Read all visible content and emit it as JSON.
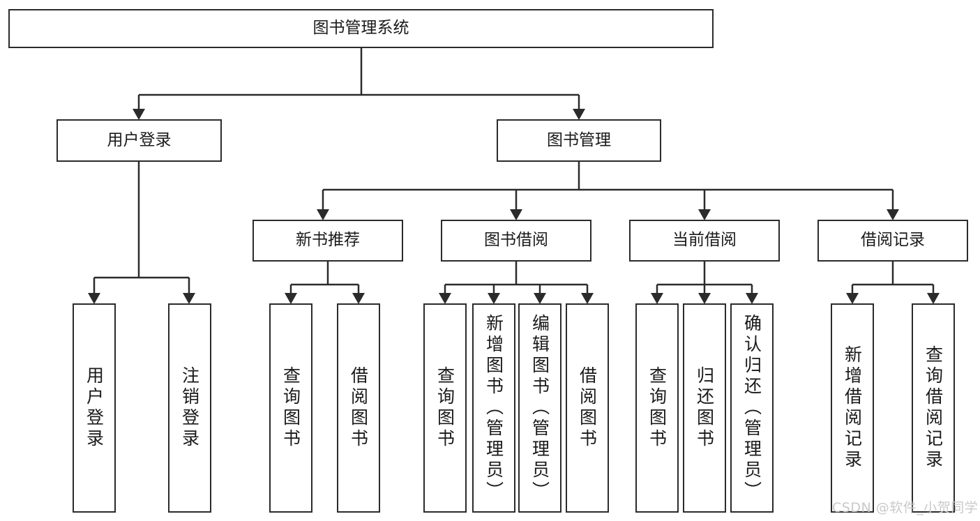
{
  "diagram": {
    "title": "图书管理系统",
    "watermark": "CSDN @软件_小贺同学",
    "colors": {
      "stroke": "#2b2b2b",
      "background": "#ffffff",
      "text": "#1a1a1a",
      "watermark": "#c9c9c9"
    },
    "root": {
      "label": "图书管理系统"
    },
    "level2": [
      {
        "label": "用户登录"
      },
      {
        "label": "图书管理"
      }
    ],
    "level3": [
      {
        "label": "新书推荐"
      },
      {
        "label": "图书借阅"
      },
      {
        "label": "当前借阅"
      },
      {
        "label": "借阅记录"
      }
    ],
    "leaves": {
      "user_login": [
        {
          "label": "用户登录"
        },
        {
          "label": "注销登录"
        }
      ],
      "new_book": [
        {
          "label": "查询图书"
        },
        {
          "label": "借阅图书"
        }
      ],
      "borrow_book": [
        {
          "label": "查询图书"
        },
        {
          "label": "新增图书（管理员）"
        },
        {
          "label": "编辑图书（管理员）"
        },
        {
          "label": "借阅图书"
        }
      ],
      "current_borrow": [
        {
          "label": "查询图书"
        },
        {
          "label": "归还图书"
        },
        {
          "label": "确认归还（管理员）"
        }
      ],
      "borrow_record": [
        {
          "label": "新增借阅记录"
        },
        {
          "label": "查询借阅记录"
        }
      ]
    }
  }
}
